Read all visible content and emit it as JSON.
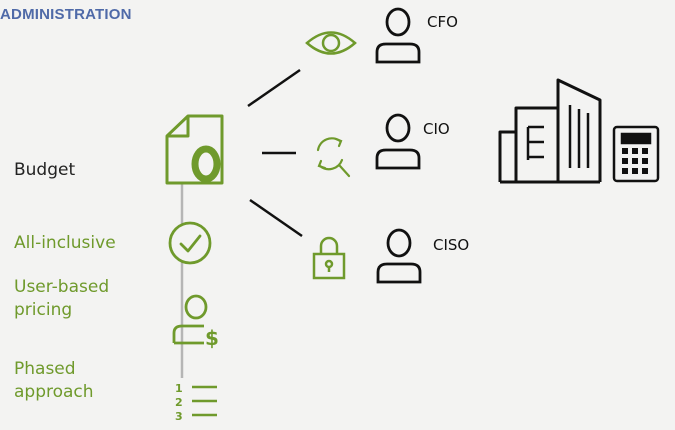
{
  "heading": "ADMINISTRATION",
  "budget": {
    "label": "Budget"
  },
  "options": [
    {
      "label": "All-inclusive"
    },
    {
      "label_line1": "User-based",
      "label_line2": "pricing"
    },
    {
      "label_line1": "Phased",
      "label_line2": "approach"
    }
  ],
  "phase_numbers": [
    "1",
    "2",
    "3"
  ],
  "roles": {
    "cfo": "CFO",
    "cio": "CIO",
    "ciso": "CISO"
  },
  "icons": {
    "budget": "document-icon",
    "all_inclusive": "check-circle-icon",
    "user_based": "user-dollar-icon",
    "phased": "numbered-list-icon",
    "cfo_connector": "eye-icon",
    "cio_connector": "refresh-search-icon",
    "ciso_connector": "padlock-icon",
    "person": "person-icon",
    "building": "building-icon",
    "calculator": "calculator-icon"
  },
  "colors": {
    "accent_green": "#6f9a2c",
    "heading_blue": "#4f6aa8",
    "ink": "#111111",
    "timeline_gray": "#b5b5b5"
  }
}
